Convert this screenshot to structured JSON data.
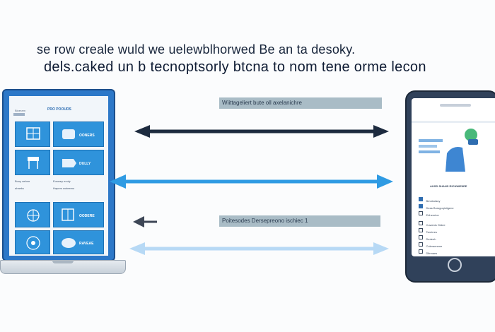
{
  "header": {
    "line1": "se row  creale wuld we uelewblhorwed Be an ta desoky.",
    "line2": "dels.caked un b tecnoptsorly btcna to nom tene orme lecon"
  },
  "flow": {
    "label_top": "Wiittageliert bute oll axelanichre",
    "label_bottom": "Poitesodes Dersepreono ischiec 1"
  },
  "laptop": {
    "top_text": "Bioeram",
    "tag": "PRO POOUDS",
    "tiles": [
      {
        "label": "OONERS"
      },
      {
        "label": "DULLY"
      },
      {
        "label": "OODERE"
      },
      {
        "label": "RAVEAE"
      }
    ],
    "notes": [
      "Buoy aelore",
      "Euswey eouly",
      "ahaeks",
      "Hapers woteemo"
    ]
  },
  "phone": {
    "screen_heading": "AUSD SHANS RICNWIEIIEE",
    "list_items": [
      "Bmobulauy",
      "Deas Borsgoqiniigene",
      "Eriheerioe",
      "Cuwenis Gidee",
      "Tarnirres",
      "Dedeeh",
      "Coleraenene",
      "Dllrmaes"
    ]
  },
  "colors": {
    "arrow_dark": "#1d2b3f",
    "arrow_blue": "#2f9be3",
    "arrow_light": "#b7d9f5",
    "label_bar": "#a9bcc6",
    "device_blue": "#2d78c8"
  }
}
